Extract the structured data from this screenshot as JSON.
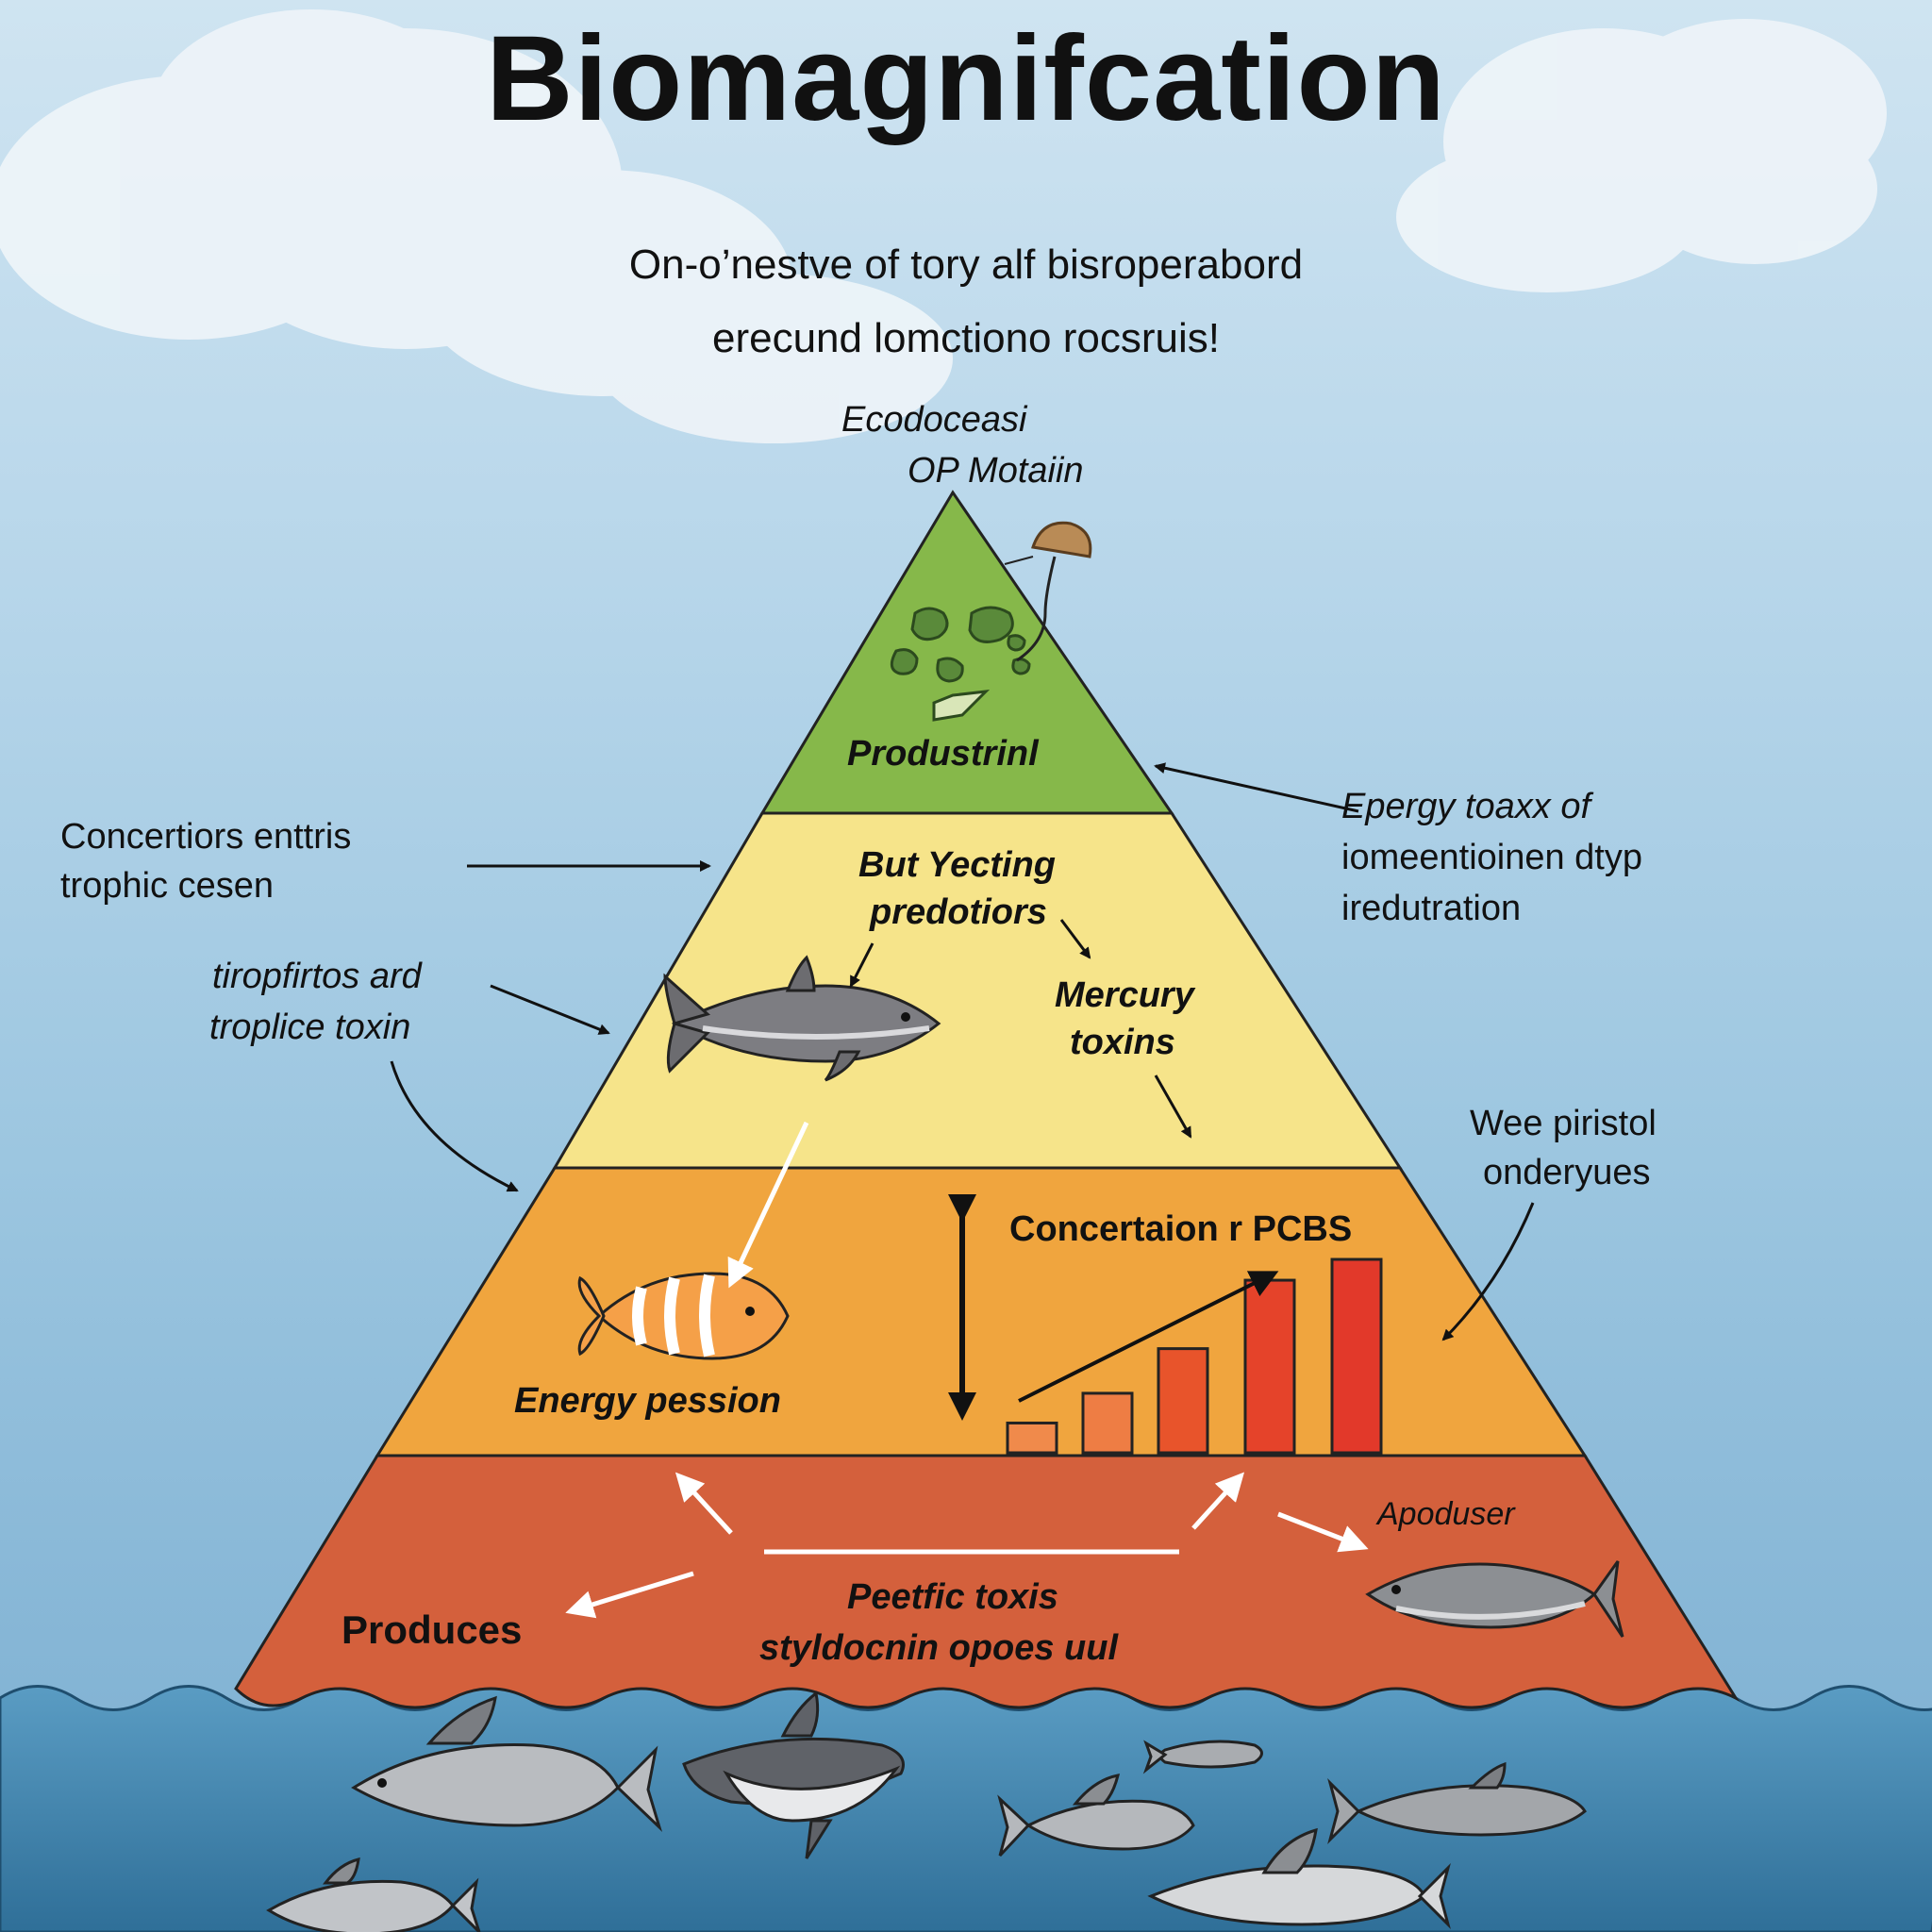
{
  "title": "Biomagnifcation",
  "subtitle": [
    "On-o’nestve of tory alf bisroperabord",
    "erecund lomctiono rocsruis!"
  ],
  "apex": {
    "label_line1": "Ecodoceasi",
    "label_line2": "OP Motaiin"
  },
  "tiers": [
    {
      "name": "top",
      "label": "Produstrinl",
      "color": "#86b84a"
    },
    {
      "name": "upper",
      "label_line1": "But Yecting",
      "label_line2": "predotiors",
      "color": "#f6e48a"
    },
    {
      "name": "middle",
      "label": "Energy pession",
      "color": "#f0a53e"
    },
    {
      "name": "base",
      "label": "Produces",
      "color": "#d4603c"
    }
  ],
  "in_pyramid": {
    "mercury_line1": "Mercury",
    "mercury_line2": "toxins",
    "pcb_label": "Concertaion r PCBS",
    "apoduser": "Apoduser",
    "base_text_line1": "Peetfic toxis",
    "base_text_line2": "styldocnin opoes uul"
  },
  "callouts": {
    "left_top_line1": "Concertiors enttris",
    "left_top_line2": "trophic cesen",
    "left_mid_line1": "tiropfirtos ard",
    "left_mid_line2": "troplice toxin",
    "right_top_line1": "Epergy  toaxx of",
    "right_top_line2": "iomeentioinen dtyp",
    "right_top_line3": "iredutration",
    "right_mid_line1": "Wee piristol",
    "right_mid_line2": "onderyues"
  },
  "pcb_bar_chart": {
    "type": "bar",
    "values": [
      1,
      2,
      3.5,
      5.8,
      6.5
    ],
    "colors": [
      "#f08a4b",
      "#ee7d44",
      "#e8542b",
      "#e5432a",
      "#e2392a"
    ]
  },
  "colors": {
    "sky_top": "#cfe4f1",
    "water": "#4a8fb8",
    "water_deep": "#2f6f98",
    "outline": "#222222"
  },
  "icons": [
    "fish-icon",
    "clownfish-icon",
    "algae-icon",
    "snail-icon",
    "shark-icon"
  ]
}
